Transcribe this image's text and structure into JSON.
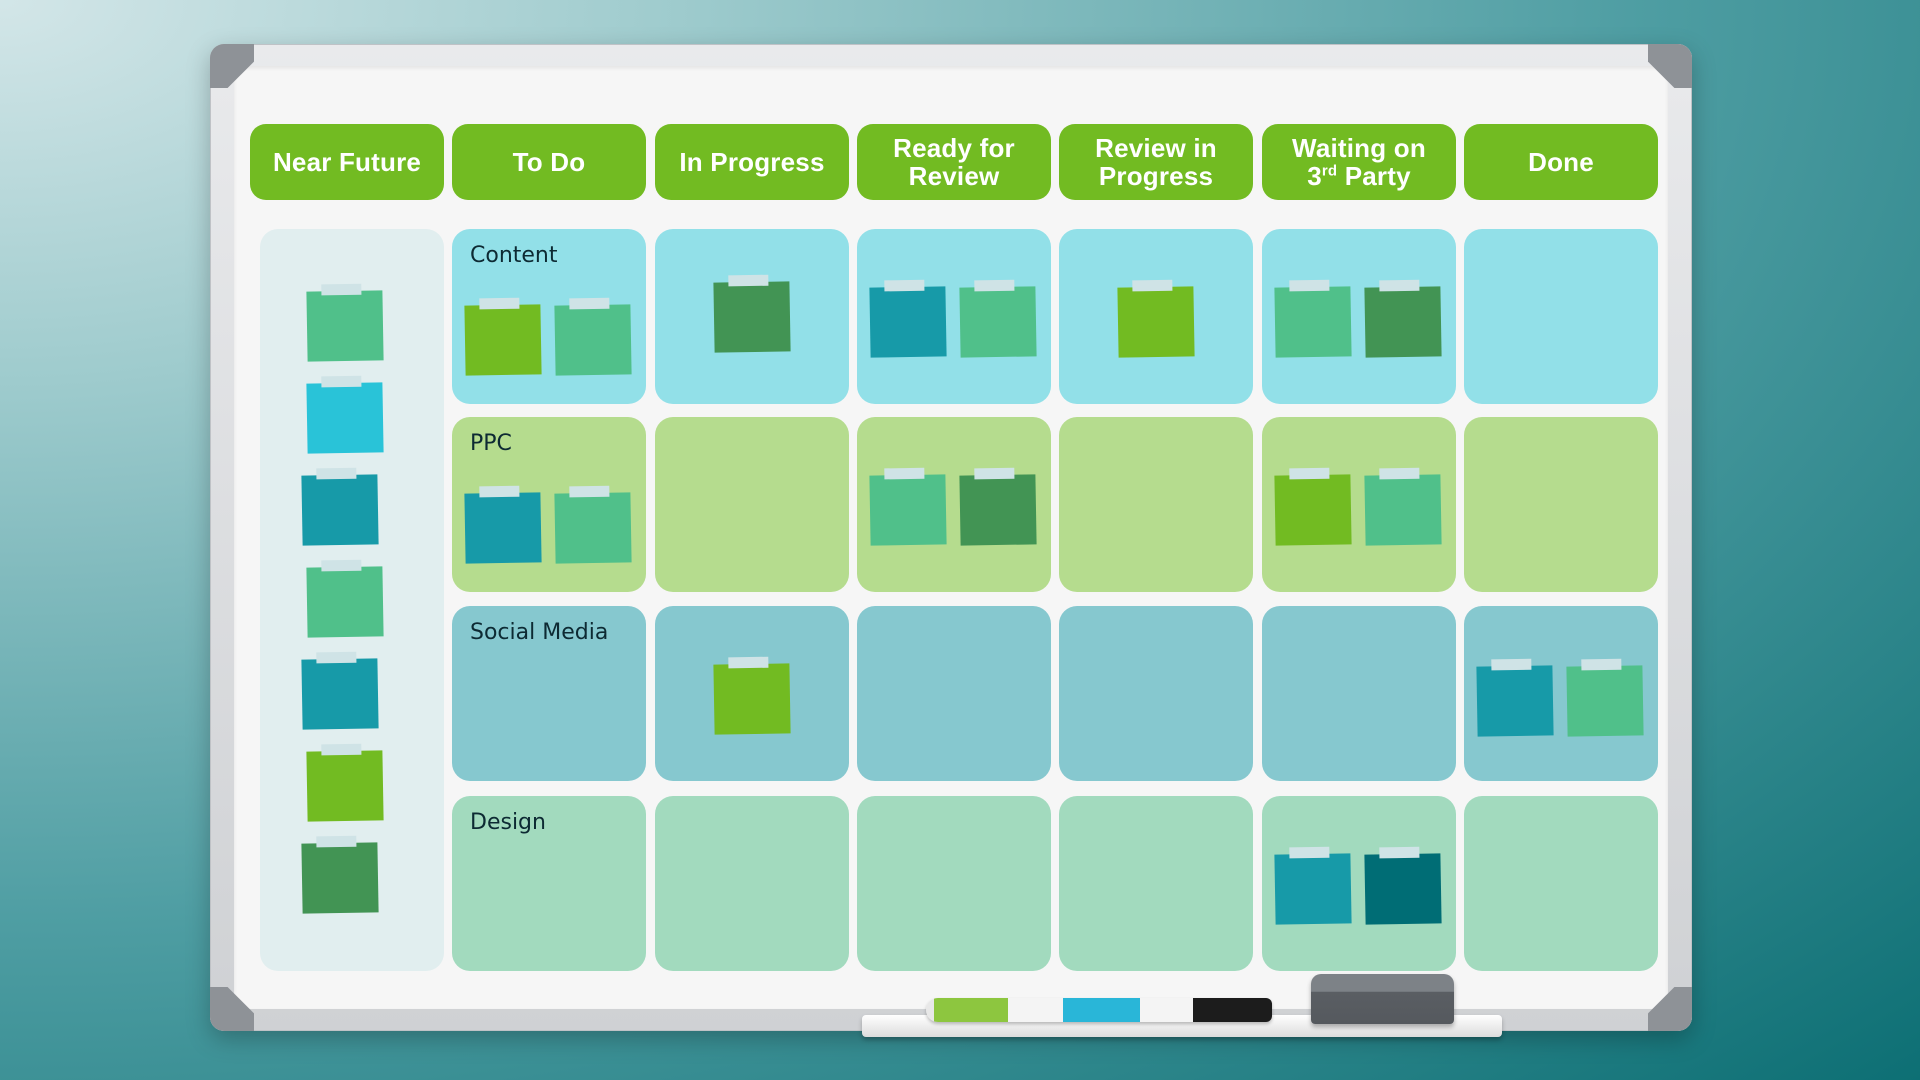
{
  "board": {
    "columns": [
      {
        "label": "Near Future"
      },
      {
        "label": "To Do"
      },
      {
        "label": "In Progress"
      },
      {
        "label": "Ready for Review"
      },
      {
        "label": "Review in Progress"
      },
      {
        "label": "Waiting on 3rd Party",
        "label_line1": "Waiting on",
        "label_line2_num": "3",
        "label_line2_sup": "rd",
        "label_line2_rest": " Party"
      },
      {
        "label": "Done"
      }
    ],
    "header_color": "#72bb22",
    "lanes": [
      {
        "label": "Content",
        "color": "#92e0e8"
      },
      {
        "label": "PPC",
        "color": "#b5dc8e"
      },
      {
        "label": "Social Media",
        "color": "#86c8cf"
      },
      {
        "label": "Design",
        "color": "#a2dabe"
      }
    ],
    "backlog_notes": [
      "#50c08a",
      "#29c3d8",
      "#179aa8",
      "#50c08a",
      "#179aa8",
      "#72bb22",
      "#429454"
    ],
    "note_colors": {
      "lime": "#72bb22",
      "mint": "#50c08a",
      "teal": "#179aa8",
      "forest": "#429454",
      "cyan": "#29c3d8",
      "dark_teal": "#006d75"
    },
    "cells": {
      "Content": {
        "To Do": [
          "#72bb22",
          "#50c08a"
        ],
        "In Progress": [
          "#429454"
        ],
        "Ready for Review": [
          "#179aa8",
          "#50c08a"
        ],
        "Review in Progress": [
          "#72bb22"
        ],
        "Waiting on 3rd Party": [
          "#50c08a",
          "#429454"
        ],
        "Done": []
      },
      "PPC": {
        "To Do": [
          "#179aa8",
          "#50c08a"
        ],
        "In Progress": [],
        "Ready for Review": [
          "#50c08a",
          "#429454"
        ],
        "Review in Progress": [],
        "Waiting on 3rd Party": [
          "#72bb22",
          "#50c08a"
        ],
        "Done": []
      },
      "Social Media": {
        "To Do": [],
        "In Progress": [
          "#72bb22"
        ],
        "Ready for Review": [],
        "Review in Progress": [],
        "Waiting on 3rd Party": [],
        "Done": [
          "#179aa8",
          "#50c08a"
        ]
      },
      "Design": {
        "To Do": [],
        "In Progress": [],
        "Ready for Review": [],
        "Review in Progress": [],
        "Waiting on 3rd Party": [
          "#179aa8",
          "#006d75"
        ],
        "Done": []
      }
    }
  },
  "tray": {
    "marker_colors": [
      "#8dc63f",
      "#29b6d8",
      "#1c1c1c"
    ],
    "eraser_color": "#5a5e63"
  }
}
